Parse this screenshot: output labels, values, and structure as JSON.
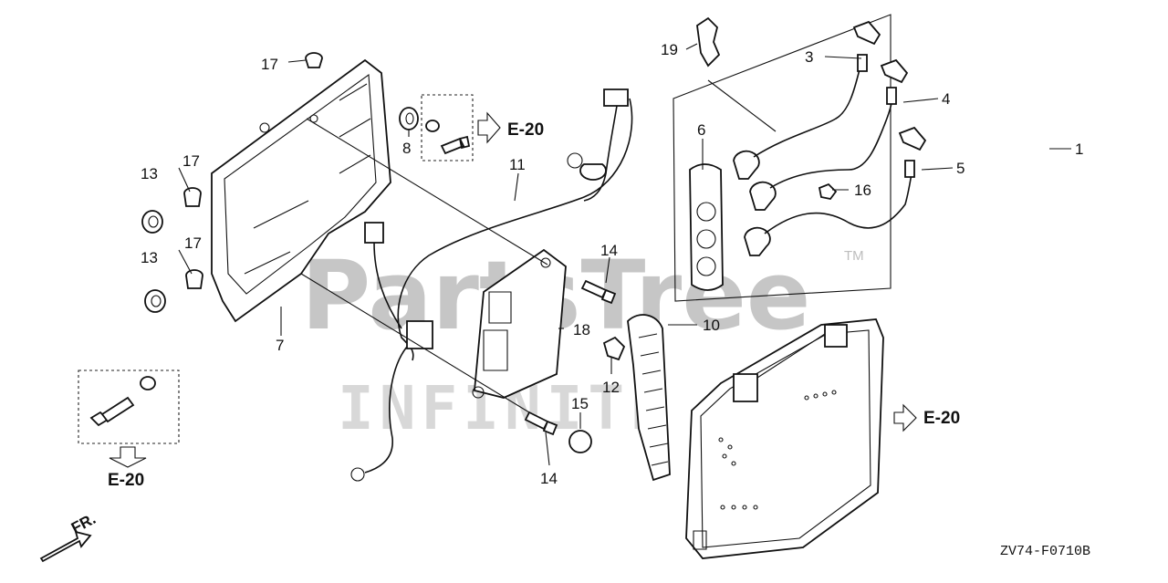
{
  "watermark": {
    "brand": "PartsTree",
    "trademark": "TM",
    "tagline": "INFINITE"
  },
  "diagram_code": "ZV74-F0710B",
  "front_marker": "FR.",
  "references": {
    "e20": "E-20"
  },
  "callouts": {
    "c1": "1",
    "c3": "3",
    "c4": "4",
    "c5": "5",
    "c6": "6",
    "c7": "7",
    "c8": "8",
    "c10": "10",
    "c11": "11",
    "c12": "12",
    "c13a": "13",
    "c13b": "13",
    "c14a": "14",
    "c14b": "14",
    "c15": "15",
    "c16": "16",
    "c17a": "17",
    "c17b": "17",
    "c17c": "17",
    "c18": "18",
    "c19": "19"
  },
  "colors": {
    "line": "#111111",
    "watermark": "#bdbdbd",
    "background": "#ffffff"
  }
}
